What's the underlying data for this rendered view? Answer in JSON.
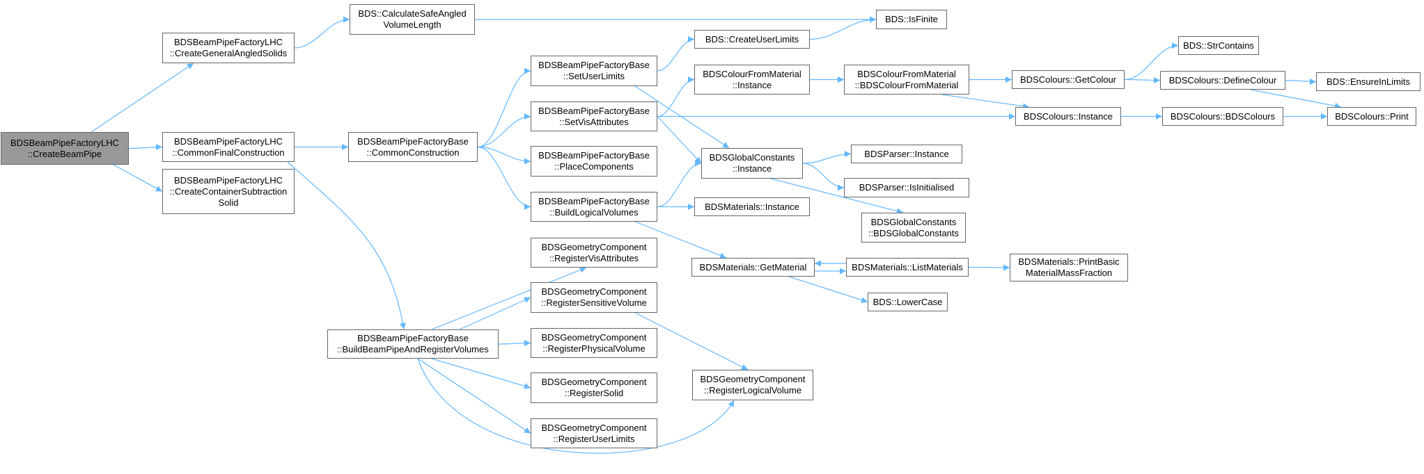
{
  "colors": {
    "edge": "#63b8ff",
    "node_border": "#666666",
    "node_fill": "#ffffff",
    "root_fill": "#999999"
  },
  "nodes": [
    {
      "id": "createBeamPipe",
      "lines": [
        "BDSBeamPipeFactoryLHC",
        "::CreateBeamPipe"
      ],
      "root": true
    },
    {
      "id": "createGeneralAngledSolids",
      "lines": [
        "BDSBeamPipeFactoryLHC",
        "::CreateGeneralAngledSolids"
      ]
    },
    {
      "id": "commonFinalConstruction",
      "lines": [
        "BDSBeamPipeFactoryLHC",
        "::CommonFinalConstruction"
      ]
    },
    {
      "id": "createContainerSubtractionSolid",
      "lines": [
        "BDSBeamPipeFactoryLHC",
        "::CreateContainerSubtraction",
        "Solid"
      ]
    },
    {
      "id": "calculateSafeAngledVolumeLength",
      "lines": [
        "BDS::CalculateSafeAngled",
        "VolumeLength"
      ]
    },
    {
      "id": "isFinite",
      "lines": [
        "BDS::IsFinite"
      ]
    },
    {
      "id": "commonConstruction",
      "lines": [
        "BDSBeamPipeFactoryBase",
        "::CommonConstruction"
      ]
    },
    {
      "id": "buildBeamPipeAndRegisterVolumes",
      "lines": [
        "BDSBeamPipeFactoryBase",
        "::BuildBeamPipeAndRegisterVolumes"
      ]
    },
    {
      "id": "setUserLimits",
      "lines": [
        "BDSBeamPipeFactoryBase",
        "::SetUserLimits"
      ]
    },
    {
      "id": "setVisAttributes",
      "lines": [
        "BDSBeamPipeFactoryBase",
        "::SetVisAttributes"
      ]
    },
    {
      "id": "placeComponents",
      "lines": [
        "BDSBeamPipeFactoryBase",
        "::PlaceComponents"
      ]
    },
    {
      "id": "buildLogicalVolumes",
      "lines": [
        "BDSBeamPipeFactoryBase",
        "::BuildLogicalVolumes"
      ]
    },
    {
      "id": "registerVisAttributes",
      "lines": [
        "BDSGeometryComponent",
        "::RegisterVisAttributes"
      ]
    },
    {
      "id": "registerSensitiveVolume",
      "lines": [
        "BDSGeometryComponent",
        "::RegisterSensitiveVolume"
      ]
    },
    {
      "id": "registerPhysicalVolume",
      "lines": [
        "BDSGeometryComponent",
        "::RegisterPhysicalVolume"
      ]
    },
    {
      "id": "registerSolid",
      "lines": [
        "BDSGeometryComponent",
        "::RegisterSolid"
      ]
    },
    {
      "id": "registerUserLimits",
      "lines": [
        "BDSGeometryComponent",
        "::RegisterUserLimits"
      ]
    },
    {
      "id": "createUserLimits",
      "lines": [
        "BDS::CreateUserLimits"
      ]
    },
    {
      "id": "colourFromMaterialInstance",
      "lines": [
        "BDSColourFromMaterial",
        "::Instance"
      ]
    },
    {
      "id": "globalConstantsInstance",
      "lines": [
        "BDSGlobalConstants",
        "::Instance"
      ]
    },
    {
      "id": "materialsInstance",
      "lines": [
        "BDSMaterials::Instance"
      ]
    },
    {
      "id": "getMaterial",
      "lines": [
        "BDSMaterials::GetMaterial"
      ]
    },
    {
      "id": "registerLogicalVolume",
      "lines": [
        "BDSGeometryComponent",
        "::RegisterLogicalVolume"
      ]
    },
    {
      "id": "colourFromMaterialCtor",
      "lines": [
        "BDSColourFromMaterial",
        "::BDSColourFromMaterial"
      ]
    },
    {
      "id": "parserInstance",
      "lines": [
        "BDSParser::Instance"
      ]
    },
    {
      "id": "parserIsInitialised",
      "lines": [
        "BDSParser::IsInitialised"
      ]
    },
    {
      "id": "globalConstantsCtor",
      "lines": [
        "BDSGlobalConstants",
        "::BDSGlobalConstants"
      ]
    },
    {
      "id": "listMaterials",
      "lines": [
        "BDSMaterials::ListMaterials"
      ]
    },
    {
      "id": "lowerCase",
      "lines": [
        "BDS::LowerCase"
      ]
    },
    {
      "id": "getColour",
      "lines": [
        "BDSColours::GetColour"
      ]
    },
    {
      "id": "coloursInstance",
      "lines": [
        "BDSColours::Instance"
      ]
    },
    {
      "id": "printBasicMaterialMassFraction",
      "lines": [
        "BDSMaterials::PrintBasic",
        "MaterialMassFraction"
      ]
    },
    {
      "id": "strContains",
      "lines": [
        "BDS::StrContains"
      ]
    },
    {
      "id": "defineColour",
      "lines": [
        "BDSColours::DefineColour"
      ]
    },
    {
      "id": "coloursCtor",
      "lines": [
        "BDSColours::BDSColours"
      ]
    },
    {
      "id": "ensureInLimits",
      "lines": [
        "BDS::EnsureInLimits"
      ]
    },
    {
      "id": "coloursPrint",
      "lines": [
        "BDSColours::Print"
      ]
    }
  ],
  "edges": [
    [
      "createBeamPipe",
      "createGeneralAngledSolids"
    ],
    [
      "createBeamPipe",
      "commonFinalConstruction"
    ],
    [
      "createBeamPipe",
      "createContainerSubtractionSolid"
    ],
    [
      "createGeneralAngledSolids",
      "calculateSafeAngledVolumeLength"
    ],
    [
      "calculateSafeAngledVolumeLength",
      "isFinite"
    ],
    [
      "commonFinalConstruction",
      "commonConstruction"
    ],
    [
      "commonFinalConstruction",
      "buildBeamPipeAndRegisterVolumes"
    ],
    [
      "commonConstruction",
      "setUserLimits"
    ],
    [
      "commonConstruction",
      "setVisAttributes"
    ],
    [
      "commonConstruction",
      "placeComponents"
    ],
    [
      "commonConstruction",
      "buildLogicalVolumes"
    ],
    [
      "setUserLimits",
      "createUserLimits"
    ],
    [
      "setUserLimits",
      "globalConstantsInstance"
    ],
    [
      "createUserLimits",
      "isFinite"
    ],
    [
      "setVisAttributes",
      "colourFromMaterialInstance"
    ],
    [
      "setVisAttributes",
      "globalConstantsInstance"
    ],
    [
      "setVisAttributes",
      "coloursInstance"
    ],
    [
      "buildLogicalVolumes",
      "globalConstantsInstance"
    ],
    [
      "buildLogicalVolumes",
      "materialsInstance"
    ],
    [
      "buildLogicalVolumes",
      "getMaterial"
    ],
    [
      "buildBeamPipeAndRegisterVolumes",
      "registerVisAttributes"
    ],
    [
      "buildBeamPipeAndRegisterVolumes",
      "registerSensitiveVolume"
    ],
    [
      "buildBeamPipeAndRegisterVolumes",
      "registerPhysicalVolume"
    ],
    [
      "buildBeamPipeAndRegisterVolumes",
      "registerSolid"
    ],
    [
      "buildBeamPipeAndRegisterVolumes",
      "registerUserLimits"
    ],
    [
      "buildBeamPipeAndRegisterVolumes",
      "registerLogicalVolume"
    ],
    [
      "registerSensitiveVolume",
      "registerLogicalVolume"
    ],
    [
      "colourFromMaterialInstance",
      "colourFromMaterialCtor"
    ],
    [
      "colourFromMaterialCtor",
      "getColour"
    ],
    [
      "colourFromMaterialCtor",
      "coloursInstance"
    ],
    [
      "globalConstantsInstance",
      "parserInstance"
    ],
    [
      "globalConstantsInstance",
      "parserIsInitialised"
    ],
    [
      "globalConstantsInstance",
      "globalConstantsCtor"
    ],
    [
      "getMaterial",
      "listMaterials"
    ],
    [
      "getMaterial",
      "lowerCase"
    ],
    [
      "listMaterials",
      "getMaterial"
    ],
    [
      "listMaterials",
      "printBasicMaterialMassFraction"
    ],
    [
      "getColour",
      "strContains"
    ],
    [
      "getColour",
      "defineColour"
    ],
    [
      "defineColour",
      "ensureInLimits"
    ],
    [
      "defineColour",
      "coloursPrint"
    ],
    [
      "coloursInstance",
      "coloursCtor"
    ],
    [
      "coloursCtor",
      "coloursPrint"
    ]
  ]
}
